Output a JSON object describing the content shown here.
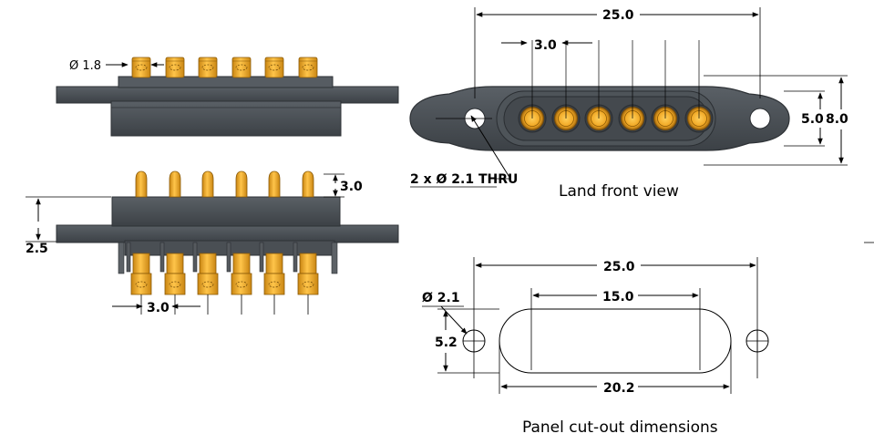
{
  "top_view": {
    "pin_diameter": "Ø 1.8"
  },
  "side_view": {
    "pin_height": "3.0",
    "flange_height": "2.5",
    "pitch": "3.0"
  },
  "front_view": {
    "width": "25.0",
    "pitch": "3.0",
    "inner_height": "5.0",
    "outer_height": "8.0",
    "hole_note": "2 x Ø 2.1 THRU",
    "caption": "Land front view"
  },
  "cutout": {
    "width": "25.0",
    "slot_length": "15.0",
    "hole_diameter": "Ø 2.1",
    "slot_height": "5.2",
    "hole_spacing": "20.2",
    "caption": "Panel cut-out dimensions"
  },
  "colors": {
    "housing": "#4a4f54",
    "housing_dark": "#3a3e42",
    "pin": "#f2a823",
    "pin_dark": "#c07e10",
    "line": "#000000"
  }
}
